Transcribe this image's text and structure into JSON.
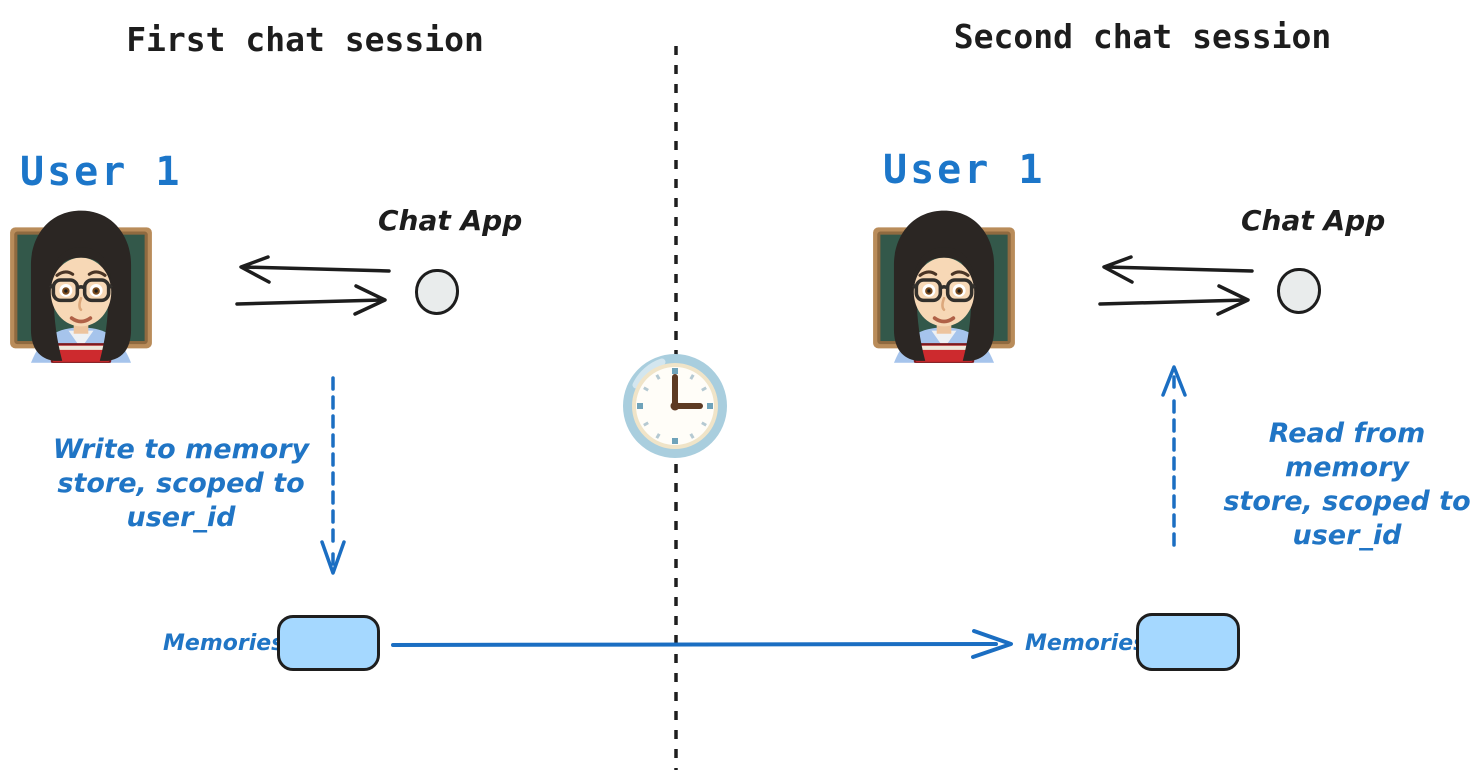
{
  "left": {
    "title": "First chat session",
    "user_label": "User 1",
    "chat_app_label": "Chat App",
    "annotation_lines": [
      "Write to memory",
      "store, scoped to",
      "user_id"
    ],
    "memories_label": "Memories"
  },
  "right": {
    "title": "Second chat session",
    "user_label": "User 1",
    "chat_app_label": "Chat App",
    "annotation_lines": [
      "Read from memory",
      "store, scoped to",
      "user_id"
    ],
    "memories_label": "Memories"
  },
  "icons": {
    "user_avatar_icon": "woman-teacher-emoji 👩‍🏫",
    "clock_icon": "clock-three-oclock-emoji 🕒",
    "chat_app_node_icon": "hand-drawn-circle",
    "session_divider_icon": "vertical-dashed-line"
  },
  "colors": {
    "title_text": "#1d1d1d",
    "user_label_blue": "#1c76c9",
    "annotation_blue": "#2075c5",
    "arrow_blue": "#1b6ec2",
    "black_arrow": "#1d1d1d",
    "memories_box_fill": "#a5d8ff",
    "memories_box_stroke": "#1e1e1e",
    "chat_node_fill": "#e9ecec",
    "clock_rim": "#a9cede",
    "clock_face": "#fffdf8",
    "clock_hands": "#5d3a23",
    "background": "#ffffff"
  }
}
